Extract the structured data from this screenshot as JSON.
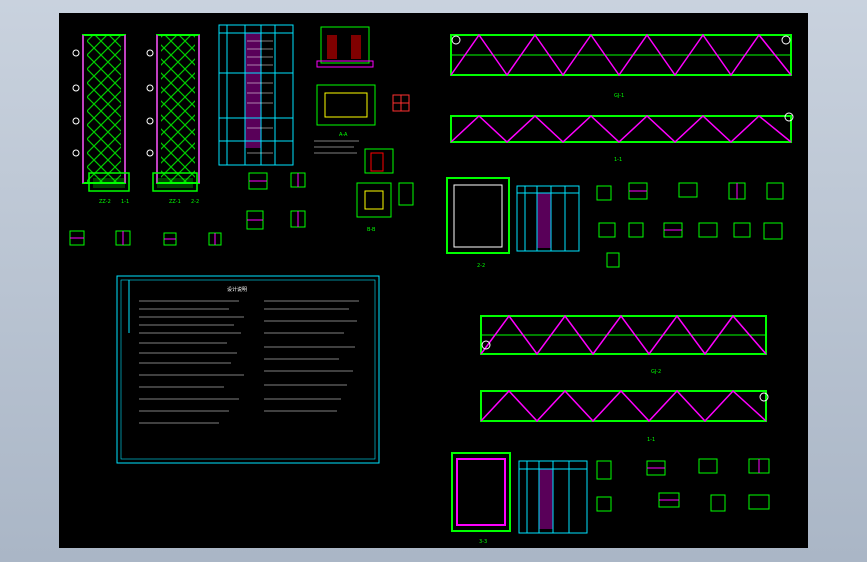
{
  "colors": {
    "background": "#000000",
    "green": "#00ff00",
    "magenta": "#ff00ff",
    "cyan": "#00e5ff",
    "white": "#ffffff",
    "red": "#ff3030",
    "yellow": "#ffff00"
  },
  "labels": {
    "column_left": "ZZ-2",
    "column_right": "ZZ-1",
    "column_note_a": "1-1",
    "column_note_b": "2-2",
    "foundation_section": "A-A",
    "foundation_detail": "B-B",
    "truss_top_1": "GJ-1",
    "truss_bottom_1": "1-1",
    "frame_1": "2-2",
    "truss_top_2": "GJ-2",
    "truss_bottom_2": "1-1",
    "frame_2": "3-3",
    "notes_title": "设计说明"
  }
}
